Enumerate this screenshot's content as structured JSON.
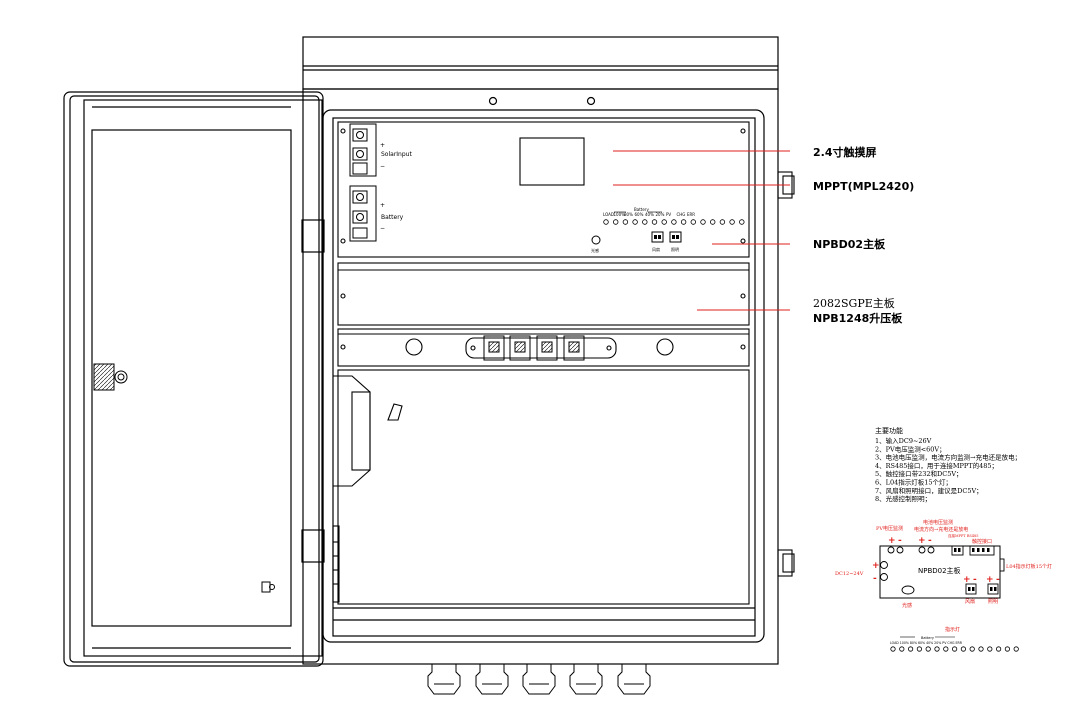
{
  "callouts": {
    "touchscreen": "2.4寸触摸屏",
    "mppt": "MPPT(MPL2420)",
    "npbd02": "NPBD02主板",
    "sgpe": "2082SGPE主板",
    "npb1248": "NPB1248升压板"
  },
  "panel": {
    "solar_plus": "+",
    "solar_label": "SolarInput",
    "solar_minus": "−",
    "batt_plus": "+",
    "batt_label": "Battery",
    "batt_minus": "−",
    "led_group_label": "Battery",
    "led_labels": [
      "LOAD",
      "100%",
      "80%",
      "60%",
      "40%",
      "20%",
      "PV",
      "CHG",
      "ERR"
    ],
    "light_sensor": "光感",
    "fan": "风扇",
    "lighting": "照明"
  },
  "functions": {
    "title": "主要功能",
    "items": [
      "1、输入DC9~26V",
      "2、PV电压监测<60V；",
      "3、电池电压监测，电流方向监测→充电还是放电；",
      "4、RS485接口，用于连接MPPT的485；",
      "5、触控接口带232和DC5V；",
      "6、L04指示灯板15个灯；",
      "7、风扇和照明接口，建议是DC5V；",
      "8、光感控制照明；"
    ]
  },
  "board": {
    "name": "NPBD02主板",
    "pv": "PV电压监测",
    "batt_top": "电池电压监测",
    "batt_bottom": "电流方向→充电还是放电",
    "rs485": "连接MPPT RS485",
    "ctrl": "触控接口",
    "led_board": "L04指示灯板15个灯",
    "dc_in": "DC12~24V",
    "sensor": "光感",
    "fan": "风扇",
    "light": "照明",
    "plus": "+",
    "minus": "-"
  },
  "indicator": {
    "title": "指示灯",
    "group": "Battery",
    "labels": "LOAD 100% 80% 60% 40% 20% PV CHG ERR"
  }
}
